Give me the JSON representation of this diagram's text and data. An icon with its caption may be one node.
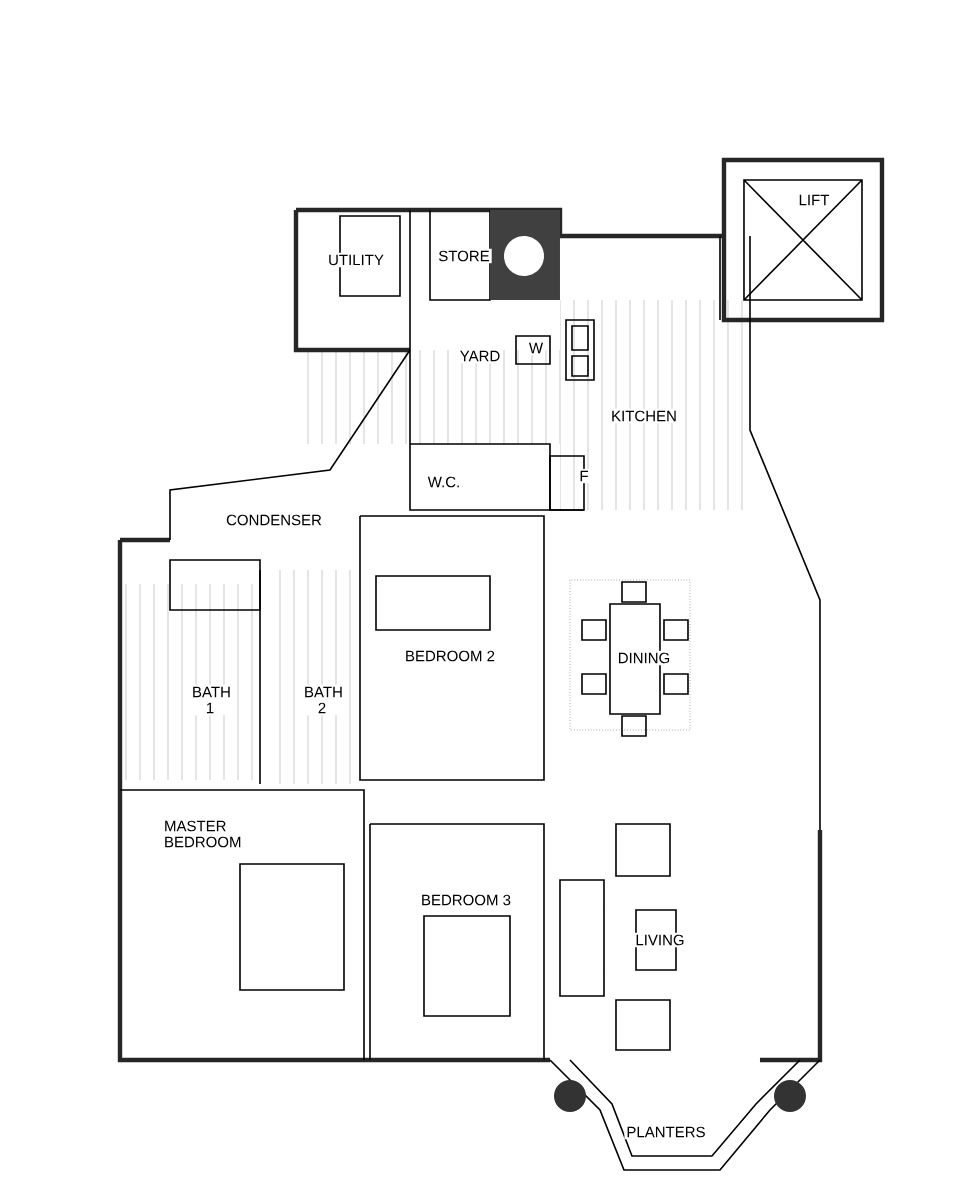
{
  "diagram": {
    "labels": [
      "UTILITY",
      "STORE",
      "LIFT",
      "YARD",
      "W",
      "KITCHEN",
      "W.C.",
      "F",
      "CONDENSER",
      "BEDROOM 2",
      "DINING",
      "BATH 1",
      "BATH 2",
      "MASTER BEDROOM",
      "BEDROOM 3",
      "LIVING",
      "PLANTERS"
    ]
  }
}
